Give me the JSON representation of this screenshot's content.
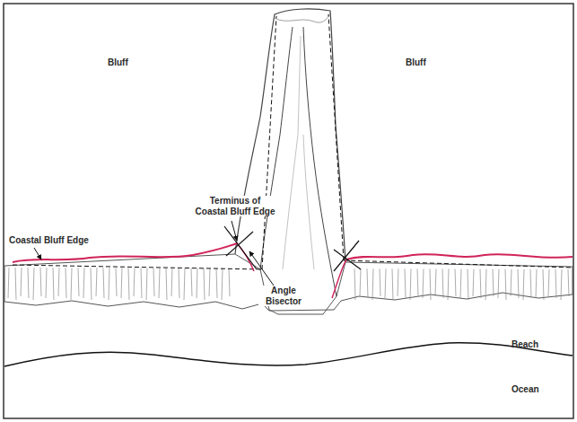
{
  "diagram": {
    "labels": [
      "Bluff",
      "Bluff",
      "Terminus of Coastal Bluff Edge",
      "Coastal Bluff Edge",
      "Angle Bisector",
      "Beach",
      "Ocean"
    ]
  }
}
